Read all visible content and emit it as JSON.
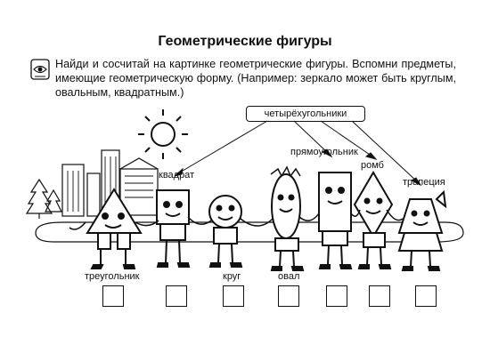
{
  "title": "Геометрические фигуры",
  "instruction": "Найди и сосчитай на картинке геометрические фигуры. Вспомни предметы, имеющие геометрическую форму. (Например: зеркало может быть круглым, овальным, квадратным.)",
  "icons": [
    "eye-icon",
    "sun-icon"
  ],
  "labels": {
    "group": "четырёхугольники",
    "square": "квадрат",
    "rectangle": "прямоугольник",
    "rhombus": "ромб",
    "trapezoid": "трапеция",
    "triangle": "треугольник",
    "circle": "круг",
    "oval": "овал"
  },
  "answer_box_count": 7
}
